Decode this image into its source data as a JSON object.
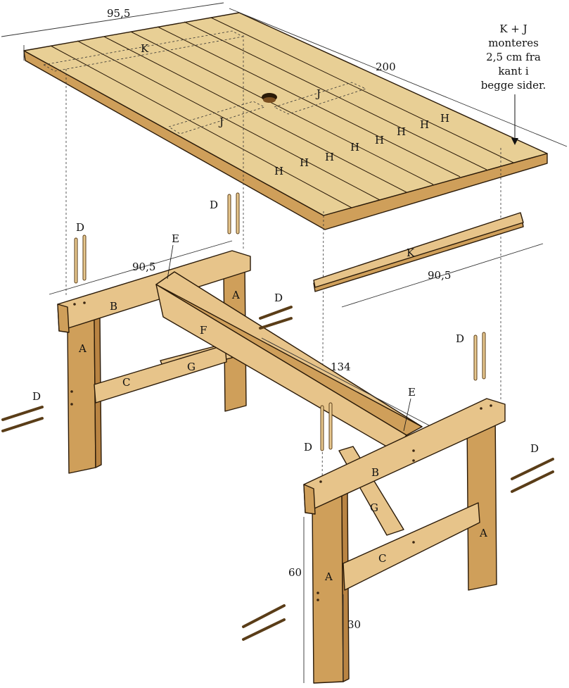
{
  "dimensions": {
    "top_width": "95,5",
    "top_length": "200",
    "b_length": "90,5",
    "k_length": "90,5",
    "f_length": "134",
    "leg_height": "60",
    "c_height": "30"
  },
  "note": {
    "line1": "K + J",
    "line2": "monteres",
    "line3": "2,5 cm fra",
    "line4": "kant i",
    "line5": "begge sider."
  },
  "labels": {
    "k_top": "K",
    "j_right": "J",
    "j_left": "J",
    "h1": "H",
    "h2": "H",
    "h3": "H",
    "h4": "H",
    "h5": "H",
    "h6": "H",
    "h7": "H",
    "h8": "H",
    "k_loose": "K",
    "d_top_left": "D",
    "d_top_mid": "D",
    "d_mid": "D",
    "d_right": "D",
    "d_left_side": "D",
    "d_center": "D",
    "d_right_side": "D",
    "e_left": "E",
    "e_right": "E",
    "a_left_front": "A",
    "a_left_back": "A",
    "b_left": "B",
    "c_left": "C",
    "g_left": "G",
    "f": "F",
    "a_right_front": "A",
    "a_right_back": "A",
    "b_right": "B",
    "c_right": "C",
    "g_right": "G"
  },
  "colors": {
    "plank": "#e8cf95",
    "wood_side": "#cf9f5a",
    "wood_dark": "#b98443"
  }
}
